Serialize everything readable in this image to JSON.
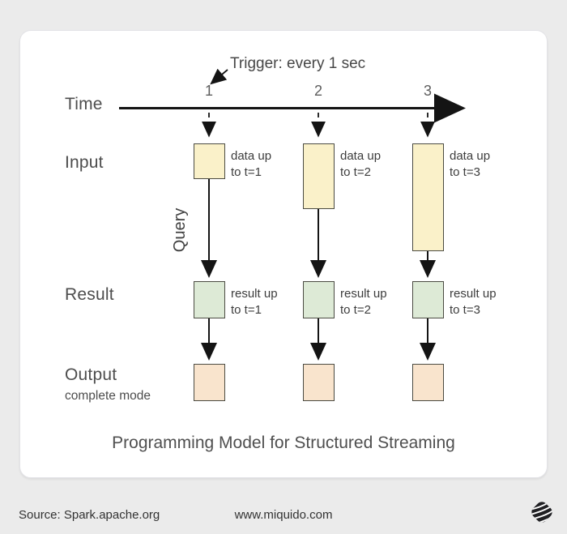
{
  "diagram": {
    "trigger_label": "Trigger: every 1 sec",
    "axis_label": "Time",
    "query_label": "Query",
    "rows": {
      "input": "Input",
      "result": "Result",
      "output": "Output",
      "output_mode": "complete mode"
    },
    "columns": [
      {
        "tick": "1",
        "input_caption": "data up to t=1",
        "result_caption": "result up to t=1"
      },
      {
        "tick": "2",
        "input_caption": "data up to t=2",
        "result_caption": "result up to t=2"
      },
      {
        "tick": "3",
        "input_caption": "data up to t=3",
        "result_caption": "result up to t=3"
      }
    ],
    "title": "Programming Model for Structured Streaming"
  },
  "footer": {
    "source": "Source: Spark.apache.org",
    "website": "www.miquido.com",
    "logo": "miquido-logo"
  },
  "colors": {
    "background": "#EBEBEB",
    "card": "#FFFFFF",
    "input_box": "#FAF1C9",
    "result_box": "#DDEAD6",
    "output_box": "#F9E4CD",
    "box_border": "#4B4B42",
    "arrow": "#141414"
  }
}
